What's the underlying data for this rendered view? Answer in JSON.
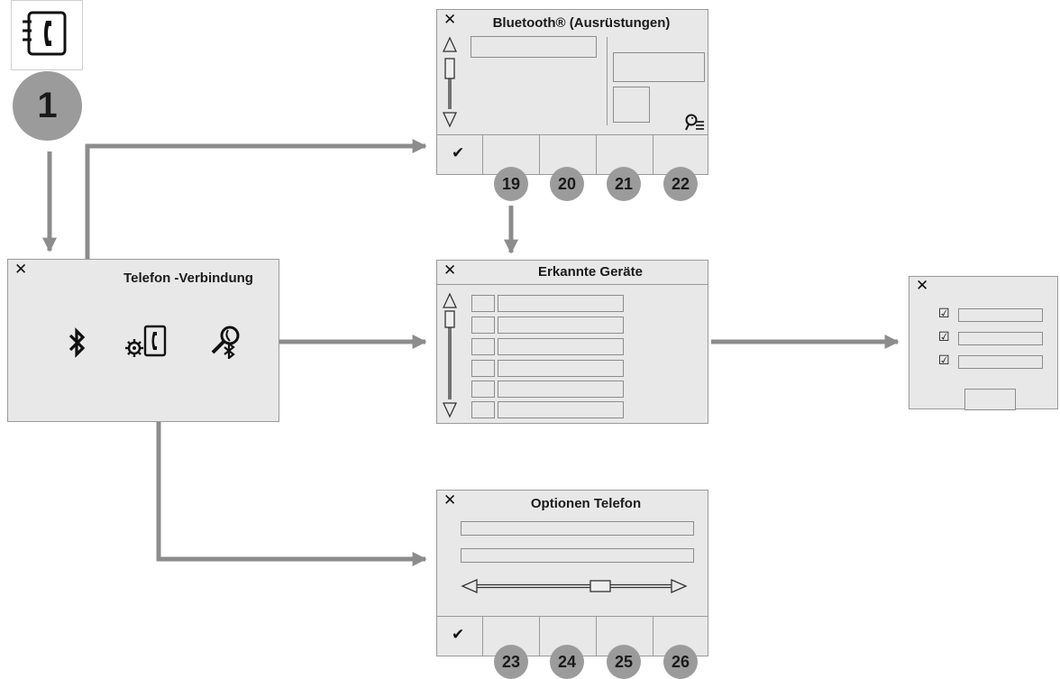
{
  "main_screen": {
    "title": "Telefon -Verbindung",
    "close": "✕"
  },
  "bluetooth_screen": {
    "title": "Bluetooth® (Ausrüstungen)",
    "close": "✕",
    "confirm": "✔",
    "softkey_numbers": [
      "19",
      "20",
      "21",
      "22"
    ]
  },
  "devices_screen": {
    "title": "Erkannte Geräte",
    "close": "✕"
  },
  "options_screen": {
    "title": "Optionen Telefon",
    "close": "✕",
    "confirm": "✔",
    "softkey_numbers": [
      "23",
      "24",
      "25",
      "26"
    ]
  },
  "select_screen": {
    "close": "✕",
    "check_mark": "☑"
  },
  "step_badge": "1",
  "icons": [
    "phone-book-icon",
    "bluetooth-icon",
    "phone-settings-icon",
    "bluetooth-search-icon",
    "search-list-icon"
  ],
  "colors": {
    "connector": "#8c8c8c",
    "badge": "#9b9b9b",
    "screen": "#e8e8e8"
  }
}
